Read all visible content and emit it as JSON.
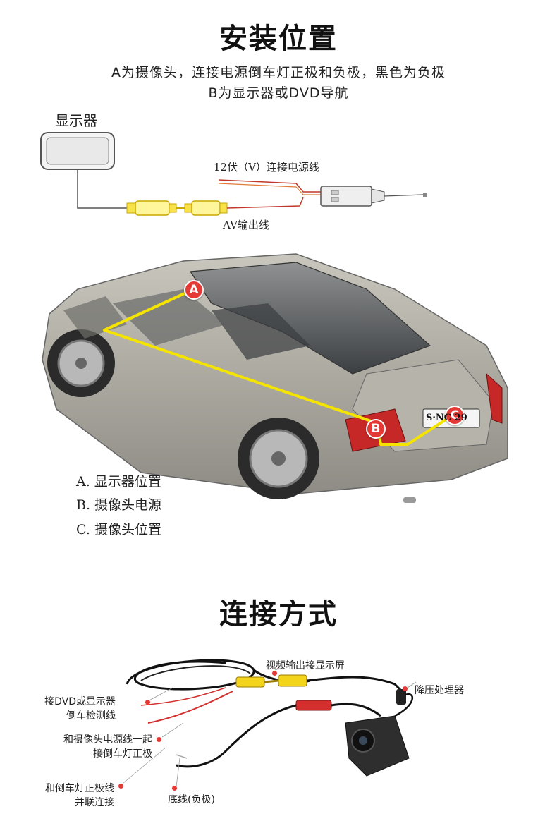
{
  "section1": {
    "title": "安装位置",
    "line1": "A为摄像头，连接电源倒车灯正极和负极，黑色为负极",
    "line2": "B为显示器或DVD导航"
  },
  "wiring": {
    "monitor_label": "显示器",
    "power_label": "12伏（V）连接电源线",
    "av_label": "AV输出线"
  },
  "car": {
    "markers": [
      "A",
      "B",
      "C"
    ],
    "plate": "S·NC 29",
    "legend": [
      "A. 显示器位置",
      "B. 摄像头电源",
      "C. 摄像头位置"
    ]
  },
  "section2": {
    "title": "连接方式",
    "callouts": {
      "video_out": "视频输出接显示屏",
      "step_down": "降压处理器",
      "dvd_1": "接DVD或显示器",
      "dvd_2": "倒车检测线",
      "power_1": "和摄像头电源线一起",
      "power_2": "接倒车灯正极",
      "parallel_1": "和倒车灯正极线",
      "parallel_2": "并联连接",
      "ground": "底线(负极)"
    }
  },
  "colors": {
    "accent": "#e53935",
    "yellow_line": "#f5e400"
  }
}
